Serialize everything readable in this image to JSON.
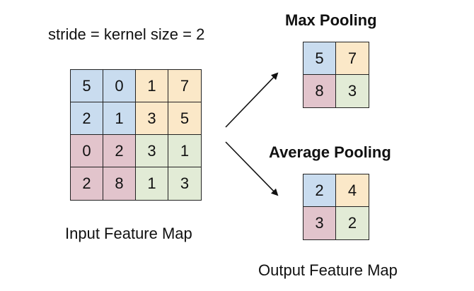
{
  "stride_text": "stride = kernel size = 2",
  "input_label": "Input Feature Map",
  "max_title": "Max Pooling",
  "avg_title": "Average Pooling",
  "output_label": "Output Feature Map",
  "quadrant_colors": {
    "top_left": "#c9dcef",
    "top_right": "#fbe8c8",
    "bottom_left": "#e2c4cc",
    "bottom_right": "#e2ebd6"
  },
  "input_grid": [
    [
      "5",
      "0",
      "1",
      "7"
    ],
    [
      "2",
      "1",
      "3",
      "5"
    ],
    [
      "0",
      "2",
      "3",
      "1"
    ],
    [
      "2",
      "8",
      "1",
      "3"
    ]
  ],
  "max_grid": [
    [
      "5",
      "7"
    ],
    [
      "8",
      "3"
    ]
  ],
  "avg_grid": [
    [
      "2",
      "4"
    ],
    [
      "3",
      "2"
    ]
  ]
}
